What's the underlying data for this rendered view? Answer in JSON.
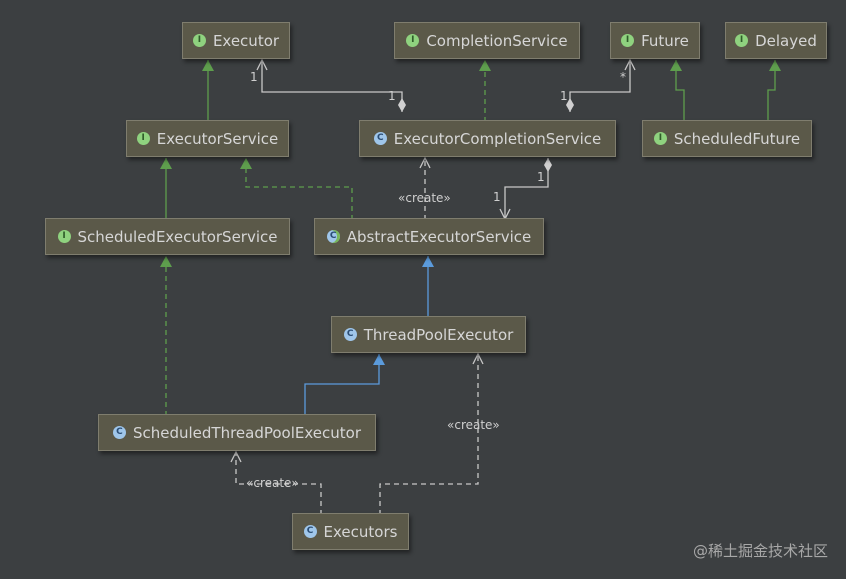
{
  "nodes": {
    "executor": {
      "kind": "I",
      "name": "Executor"
    },
    "completion_service": {
      "kind": "I",
      "name": "CompletionService"
    },
    "future": {
      "kind": "I",
      "name": "Future"
    },
    "delayed": {
      "kind": "I",
      "name": "Delayed"
    },
    "executor_service": {
      "kind": "I",
      "name": "ExecutorService"
    },
    "executor_completion_service": {
      "kind": "C",
      "name": "ExecutorCompletionService"
    },
    "scheduled_future": {
      "kind": "I",
      "name": "ScheduledFuture"
    },
    "scheduled_executor_service": {
      "kind": "I",
      "name": "ScheduledExecutorService"
    },
    "abstract_executor_service": {
      "kind": "C",
      "name": "AbstractExecutorService"
    },
    "thread_pool_executor": {
      "kind": "C",
      "name": "ThreadPoolExecutor"
    },
    "scheduled_thread_pool_executor": {
      "kind": "C",
      "name": "ScheduledThreadPoolExecutor"
    },
    "executors": {
      "kind": "C",
      "name": "Executors"
    }
  },
  "edge_labels": {
    "one": "1",
    "many": "*",
    "create": "«create»"
  },
  "watermark": "@稀土掘金技术社区",
  "colors": {
    "background": "#3c3f41",
    "node_fill": "#5b5949",
    "node_border": "#7f7d6e",
    "node_text": "#d6d6d6",
    "extends_interface": "#5e9e4d",
    "extends_class": "#5b9bdc",
    "association": "#c8c8c8"
  }
}
